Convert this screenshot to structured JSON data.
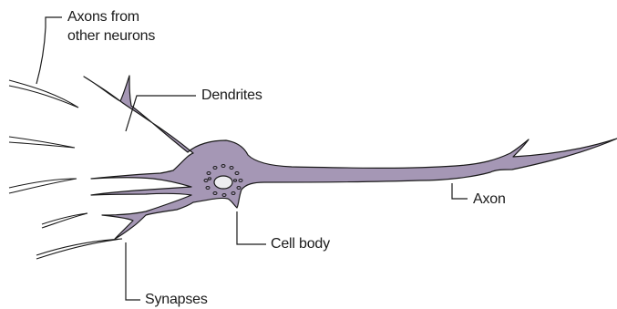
{
  "labels": {
    "axons_from_line1": "Axons from",
    "axons_from_line2": "other neurons",
    "dendrites": "Dendrites",
    "axon": "Axon",
    "cell_body": "Cell body",
    "synapses": "Synapses"
  },
  "colors": {
    "cell_fill": "#a597b5",
    "outline": "#1a1a1a",
    "nucleus_fill": "#ededf0"
  }
}
